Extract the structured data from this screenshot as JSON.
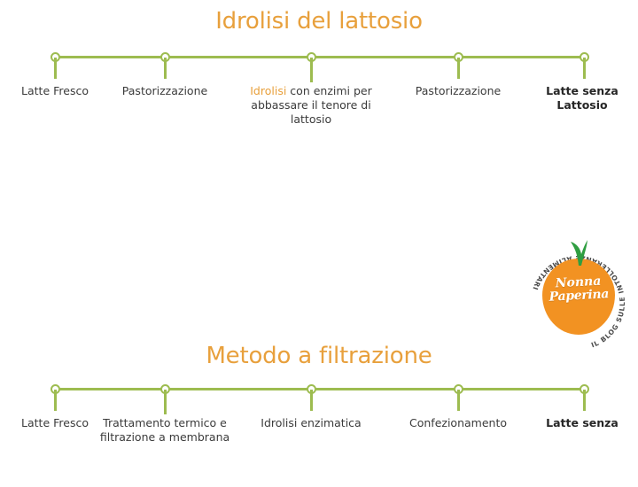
{
  "sections": [
    {
      "id": "hydrolysis",
      "title": "Idrolisi del lattosio",
      "steps": [
        {
          "label": "Latte Fresco",
          "accent_prefix": "",
          "bold": false
        },
        {
          "label": "Pastorizzazione",
          "accent_prefix": "",
          "bold": false
        },
        {
          "label": "con enzimi per abbassare il tenore di lattosio",
          "accent_prefix": "Idrolisi",
          "bold": false
        },
        {
          "label": "Pastorizzazione",
          "accent_prefix": "",
          "bold": false
        },
        {
          "label": "Latte senza Lattosio",
          "accent_prefix": "",
          "bold": true
        }
      ]
    },
    {
      "id": "filtration",
      "title": "Metodo a filtrazione",
      "steps": [
        {
          "label": "Latte Fresco",
          "accent_prefix": "",
          "bold": false
        },
        {
          "label": "Trattamento termico e filtrazione a membrana",
          "accent_prefix": "",
          "bold": false
        },
        {
          "label": "Idrolisi enzimatica",
          "accent_prefix": "",
          "bold": false
        },
        {
          "label": "Confezionamento",
          "accent_prefix": "",
          "bold": false
        },
        {
          "label": "Latte senza",
          "accent_prefix": "",
          "bold": true
        }
      ]
    }
  ],
  "logo": {
    "script_line1": "Nonna",
    "script_line2": "Paperina",
    "ring_text": "IL BLOG SULLE INTOLLERANZE ALIMENTARI",
    "leaf_icon": "leaf-icon",
    "circle_color": "#F29222",
    "leaf_color": "#2F9E41"
  },
  "colors": {
    "accent_orange": "#E8A03C",
    "timeline_green": "#9DBC50",
    "text_dark": "#3B3B3B",
    "background": "#FFFFFF"
  }
}
